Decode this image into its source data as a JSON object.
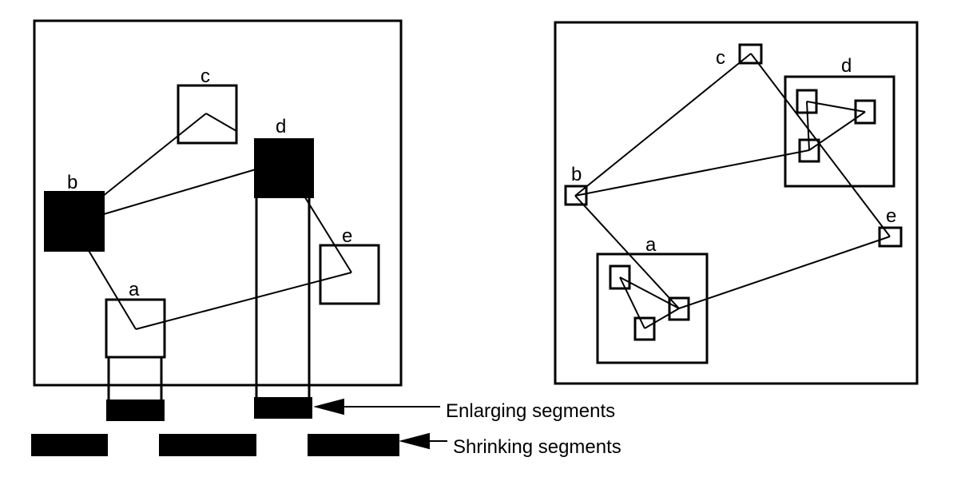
{
  "left_panel": {
    "labels": {
      "a": "a",
      "b": "b",
      "c": "c",
      "d": "d",
      "e": "e"
    }
  },
  "right_panel": {
    "labels": {
      "a": "a",
      "b": "b",
      "c": "c",
      "d": "d",
      "e": "e"
    }
  },
  "legend": {
    "enlarging": "Enlarging segments",
    "shrinking": "Shrinking segments"
  },
  "colors": {
    "stroke": "#000000",
    "fill_black": "#000000",
    "background": "#ffffff"
  }
}
